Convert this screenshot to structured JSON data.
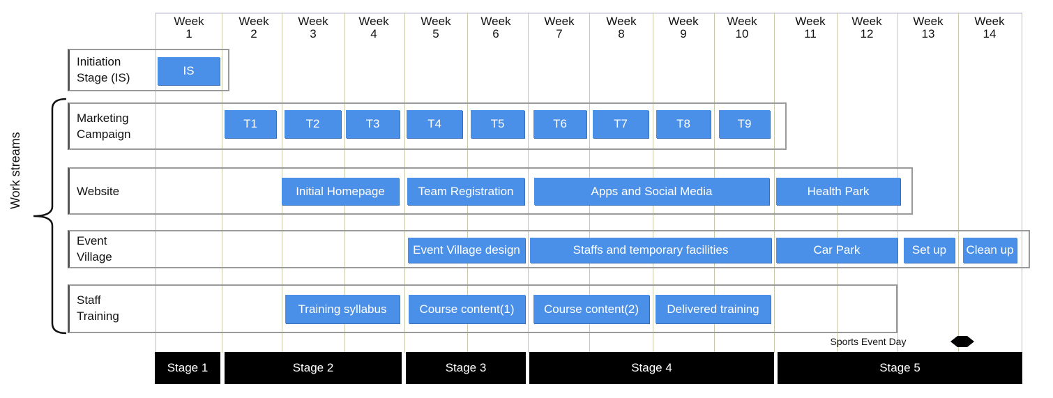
{
  "weeks": [
    {
      "line1": "Week",
      "line2": "1"
    },
    {
      "line1": "Week",
      "line2": "2"
    },
    {
      "line1": "Week",
      "line2": "3"
    },
    {
      "line1": "Week",
      "line2": "4"
    },
    {
      "line1": "Week",
      "line2": "5"
    },
    {
      "line1": "Week",
      "line2": "6"
    },
    {
      "line1": "Week",
      "line2": "7"
    },
    {
      "line1": "Week",
      "line2": "8"
    },
    {
      "line1": "Week",
      "line2": "9"
    },
    {
      "line1": "Week",
      "line2": "10"
    },
    {
      "line1": "Week",
      "line2": "11"
    },
    {
      "line1": "Week",
      "line2": "12"
    },
    {
      "line1": "Week",
      "line2": "13"
    },
    {
      "line1": "Week",
      "line2": "14"
    }
  ],
  "workstreams_label": "Work streams",
  "rows": {
    "initiation": {
      "line1": "Initiation",
      "line2": "Stage (IS)",
      "bars": [
        "IS"
      ]
    },
    "marketing": {
      "line1": "Marketing",
      "line2": "Campaign",
      "bars": [
        "T1",
        "T2",
        "T3",
        "T4",
        "T5",
        "T6",
        "T7",
        "T8",
        "T9"
      ]
    },
    "website": {
      "line1": "Website",
      "bars": [
        "Initial Homepage",
        "Team Registration",
        "Apps and Social Media",
        "Health Park"
      ]
    },
    "event_village": {
      "line1": "Event",
      "line2": "Village",
      "bars": [
        "Event Village design",
        "Staffs and temporary facilities",
        "Car Park",
        "Set up",
        "Clean up"
      ]
    },
    "staff_training": {
      "line1": "Staff",
      "line2": "Training",
      "bars": [
        "Training syllabus",
        "Course content(1)",
        "Course content(2)",
        "Delivered training"
      ]
    }
  },
  "milestone": {
    "label": "Sports Event Day"
  },
  "stages": [
    "Stage 1",
    "Stage 2",
    "Stage 3",
    "Stage 4",
    "Stage 5"
  ],
  "colors": {
    "bar": "#4a8fe8",
    "stage": "#000000"
  }
}
